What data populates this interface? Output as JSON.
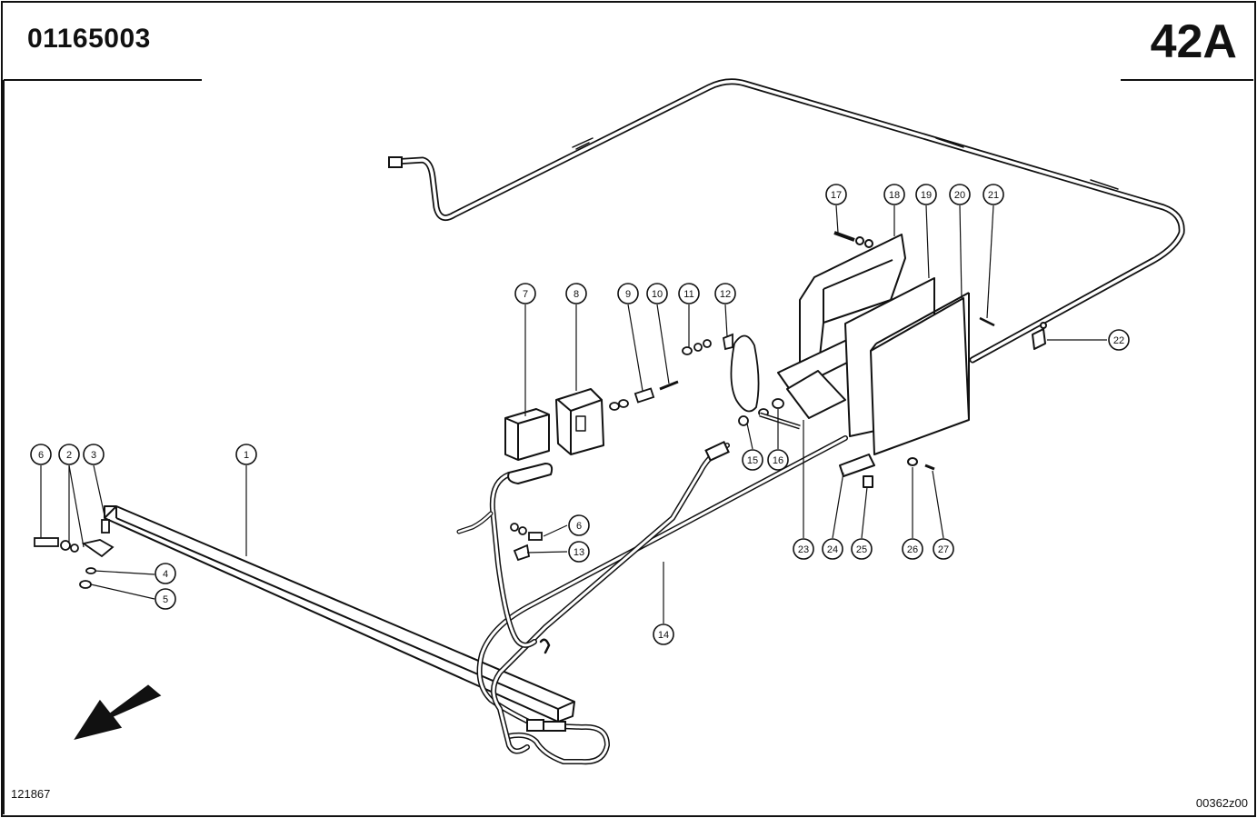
{
  "header": {
    "doc_number": "01165003",
    "page_code": "42A"
  },
  "footer": {
    "left_code": "121867",
    "right_code": "00362z00"
  },
  "callouts": [
    {
      "num": "1"
    },
    {
      "num": "2"
    },
    {
      "num": "3"
    },
    {
      "num": "4"
    },
    {
      "num": "5"
    },
    {
      "num": "6"
    },
    {
      "num": "6"
    },
    {
      "num": "7"
    },
    {
      "num": "8"
    },
    {
      "num": "9"
    },
    {
      "num": "10"
    },
    {
      "num": "11"
    },
    {
      "num": "12"
    },
    {
      "num": "13"
    },
    {
      "num": "14"
    },
    {
      "num": "15"
    },
    {
      "num": "16"
    },
    {
      "num": "17"
    },
    {
      "num": "18"
    },
    {
      "num": "19"
    },
    {
      "num": "20"
    },
    {
      "num": "21"
    },
    {
      "num": "22"
    },
    {
      "num": "23"
    },
    {
      "num": "24"
    },
    {
      "num": "25"
    },
    {
      "num": "26"
    },
    {
      "num": "27"
    }
  ],
  "icons": {
    "direction": "direction-arrow-icon"
  }
}
